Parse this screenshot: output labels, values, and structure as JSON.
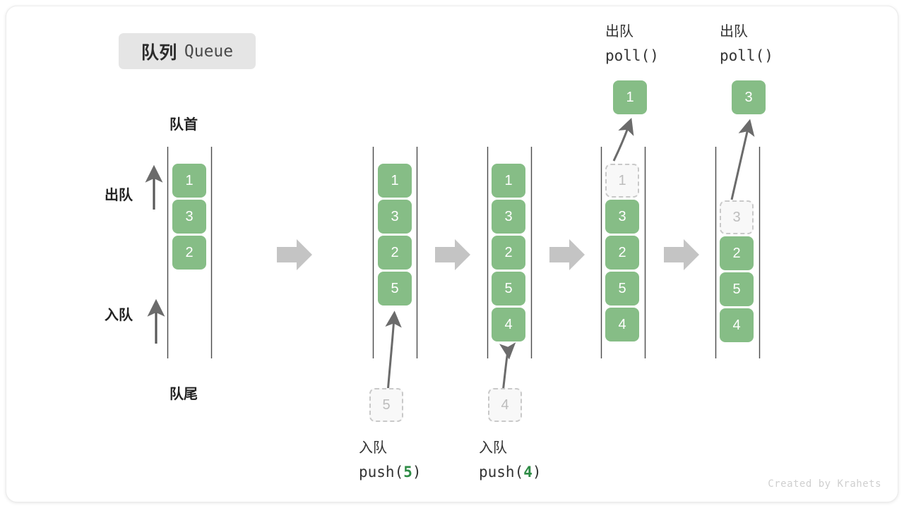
{
  "title": {
    "cn": "队列",
    "en": "Queue"
  },
  "labels": {
    "front": "队首",
    "rear": "队尾",
    "dequeue_side": "出队",
    "enqueue_side": "入队"
  },
  "watermark": "Created by Krahets",
  "colors": {
    "element_green": "#86bd86",
    "ghost_fill": "#f8f8f8",
    "ghost_border": "#c9c9c9",
    "rail": "#4a4a4a",
    "arrow_gray": "#6b6b6b",
    "flow_arrow": "#c4c4c4",
    "title_chip": "#e5e5e5",
    "highlight_green": "#2e8b45"
  },
  "columns": [
    {
      "id": "initial",
      "caption_top": null,
      "caption_bottom": null,
      "emitted": null,
      "items": [
        {
          "value": "1",
          "state": "filled"
        },
        {
          "value": "3",
          "state": "filled"
        },
        {
          "value": "2",
          "state": "filled"
        }
      ],
      "incoming": null
    },
    {
      "id": "push-5",
      "caption_top": null,
      "caption_bottom_cn": "入队",
      "caption_bottom_code": "push(5)",
      "caption_bottom_arg": "5",
      "emitted": null,
      "items": [
        {
          "value": "1",
          "state": "filled"
        },
        {
          "value": "3",
          "state": "filled"
        },
        {
          "value": "2",
          "state": "filled"
        },
        {
          "value": "5",
          "state": "filled"
        }
      ],
      "incoming": {
        "value": "5",
        "state": "ghost"
      }
    },
    {
      "id": "push-4",
      "caption_top": null,
      "caption_bottom_cn": "入队",
      "caption_bottom_code": "push(4)",
      "caption_bottom_arg": "4",
      "emitted": null,
      "items": [
        {
          "value": "1",
          "state": "filled"
        },
        {
          "value": "3",
          "state": "filled"
        },
        {
          "value": "2",
          "state": "filled"
        },
        {
          "value": "5",
          "state": "filled"
        },
        {
          "value": "4",
          "state": "filled"
        }
      ],
      "incoming": {
        "value": "4",
        "state": "ghost"
      }
    },
    {
      "id": "poll-1",
      "caption_top_cn": "出队",
      "caption_top_code": "poll()",
      "emitted": {
        "value": "1",
        "state": "filled"
      },
      "items": [
        {
          "value": "1",
          "state": "ghost"
        },
        {
          "value": "3",
          "state": "filled"
        },
        {
          "value": "2",
          "state": "filled"
        },
        {
          "value": "5",
          "state": "filled"
        },
        {
          "value": "4",
          "state": "filled"
        }
      ],
      "incoming": null
    },
    {
      "id": "poll-3",
      "caption_top_cn": "出队",
      "caption_top_code": "poll()",
      "emitted": {
        "value": "3",
        "state": "filled"
      },
      "items": [
        {
          "value": "3",
          "state": "ghost"
        },
        {
          "value": "2",
          "state": "filled"
        },
        {
          "value": "5",
          "state": "filled"
        },
        {
          "value": "4",
          "state": "filled"
        }
      ],
      "incoming": null
    }
  ]
}
